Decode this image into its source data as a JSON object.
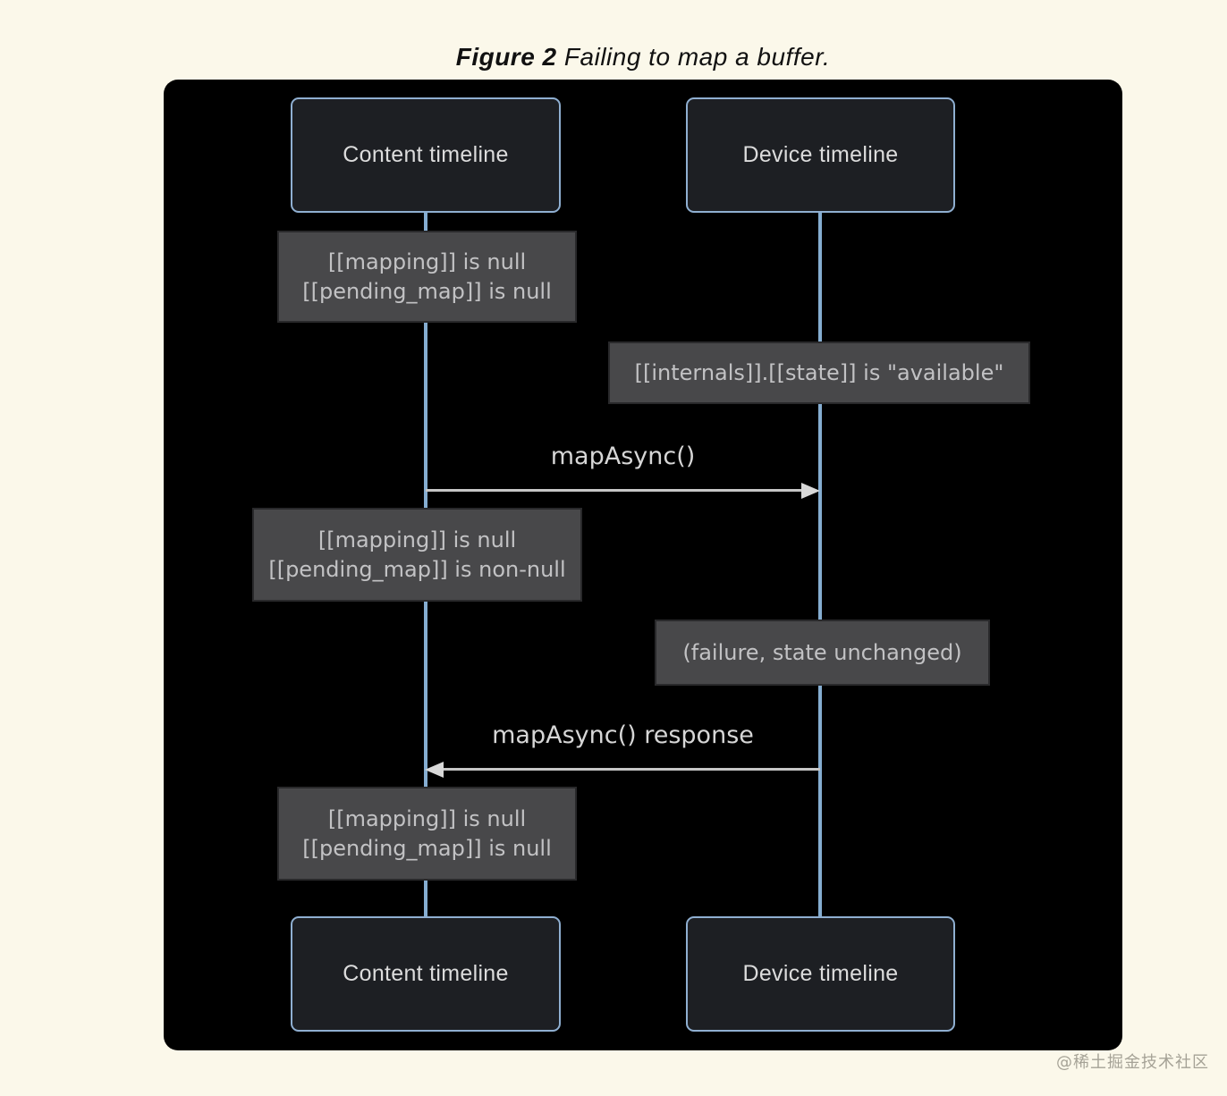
{
  "caption": {
    "label": "Figure 2",
    "title": "Failing to map a buffer."
  },
  "lanes": {
    "content": "Content timeline",
    "device": "Device timeline"
  },
  "states": [
    {
      "lines": [
        "[[mapping]] is null",
        "[[pending_map]] is null"
      ]
    },
    {
      "lines": [
        "[[internals]].[[state]] is \"available\""
      ]
    },
    {
      "lines": [
        "[[mapping]] is null",
        "[[pending_map]] is non-null"
      ]
    },
    {
      "lines": [
        "(failure, state unchanged)"
      ]
    },
    {
      "lines": [
        "[[mapping]] is null",
        "[[pending_map]] is null"
      ]
    }
  ],
  "messages": [
    {
      "label": "mapAsync()",
      "direction": "right",
      "from": "content",
      "to": "device"
    },
    {
      "label": "mapAsync() response",
      "direction": "left",
      "from": "device",
      "to": "content"
    }
  ],
  "watermark": "@稀土掘金技术社区",
  "colors": {
    "page_background": "#fbf8ea",
    "diagram_background": "#000000",
    "lane_box_fill": "#1d1f23",
    "lane_box_border": "#8fafd1",
    "lifeline": "#85add1",
    "state_box_fill": "#48484a",
    "state_box_border": "#29292b",
    "arrow": "#d8d8d8",
    "caption_text": "#111111",
    "lane_text": "#dcdcdc",
    "state_text": "#c2c2c4",
    "watermark_text": "#9c998d"
  }
}
